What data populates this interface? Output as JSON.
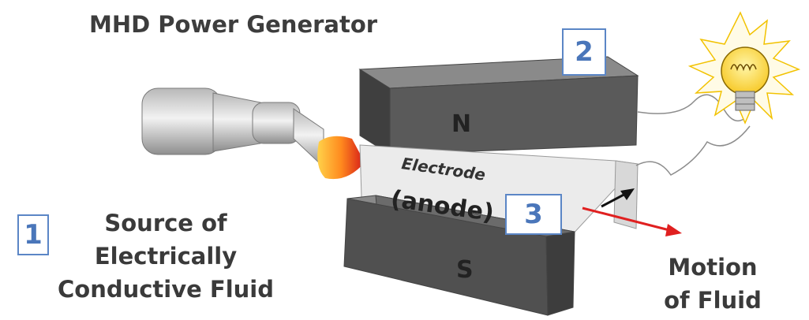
{
  "title": "MHD Power Generator",
  "markers": [
    "1",
    "2",
    "3"
  ],
  "magnets": {
    "north": "N",
    "south": "S"
  },
  "electrode": {
    "line1": "Electrode",
    "line2": "(anode)"
  },
  "source_label": [
    "Source of",
    "Electrically",
    "Conductive Fluid"
  ],
  "motion_label": [
    "Motion",
    "of Fluid"
  ],
  "colors": {
    "accent": "#5b86c6",
    "arrow": "#e02020",
    "magnet": "#555555"
  }
}
